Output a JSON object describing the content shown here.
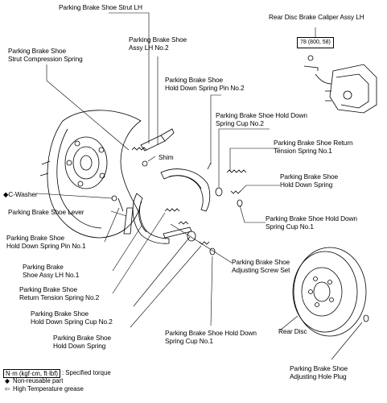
{
  "labels": {
    "strut_lh": "Parking Brake Shoe Strut LH",
    "caliper": "Rear Disc Brake Caliper Assy LH",
    "shoe_assy_no2_l1": "Parking Brake Shoe",
    "shoe_assy_no2_l2": "Assy LH No.2",
    "strut_comp_l1": "Parking Brake Shoe",
    "strut_comp_l2": "Strut Compression Spring",
    "pin_no2_l1": "Parking Brake Shoe",
    "pin_no2_l2": "Hold Down Spring Pin No.2",
    "cup_no2_l1": "Parking Brake Shoe Hold Down",
    "cup_no2_l2": "Spring Cup No.2",
    "return_no1_l1": "Parking Brake Shoe Return",
    "return_no1_l2": "Tension Spring No.1",
    "shim": "Shim",
    "hold_spring_r_l1": "Parking Brake Shoe",
    "hold_spring_r_l2": "Hold Down Spring",
    "c_washer": "C-Washer",
    "lever": "Parking Brake Shoe Lever",
    "cup_no1_r_l1": "Parking Brake Shoe Hold Down",
    "cup_no1_r_l2": "Spring Cup No.1",
    "pin_no1_l1": "Parking Brake Shoe",
    "pin_no1_l2": "Hold Down Spring Pin No.1",
    "shoe_assy_no1_l1": "Parking Brake",
    "shoe_assy_no1_l2": "Shoe Assy LH No.1",
    "adjusting_screw_l1": "Parking Brake Shoe",
    "adjusting_screw_l2": "Adjusting Screw Set",
    "return_no2_l1": "Parking Brake Shoe",
    "return_no2_l2": "Return Tension Spring No.2",
    "cup_no2_b_l1": "Parking Brake Shoe",
    "cup_no2_b_l2": "Hold Down Spring Cup No.2",
    "rear_disc": "Rear Disc",
    "hold_spring_b_l1": "Parking Brake Shoe",
    "hold_spring_b_l2": "Hold Down Spring",
    "cup_no1_b_l1": "Parking Brake Shoe Hold Down",
    "cup_no1_b_l2": "Spring Cup No.1",
    "hole_plug_l1": "Parking Brake Shoe",
    "hole_plug_l2": "Adjusting Hole Plug"
  },
  "torque": "78 (800, 58)",
  "legend": {
    "unit": "N·m (kgf·cm, ft·lbf)",
    "unit_desc": ": Specified torque",
    "nonreusable_symbol": "◆",
    "nonreusable": "Non-reusable part",
    "grease_symbol": "⇦",
    "grease": "High Temperature grease"
  }
}
